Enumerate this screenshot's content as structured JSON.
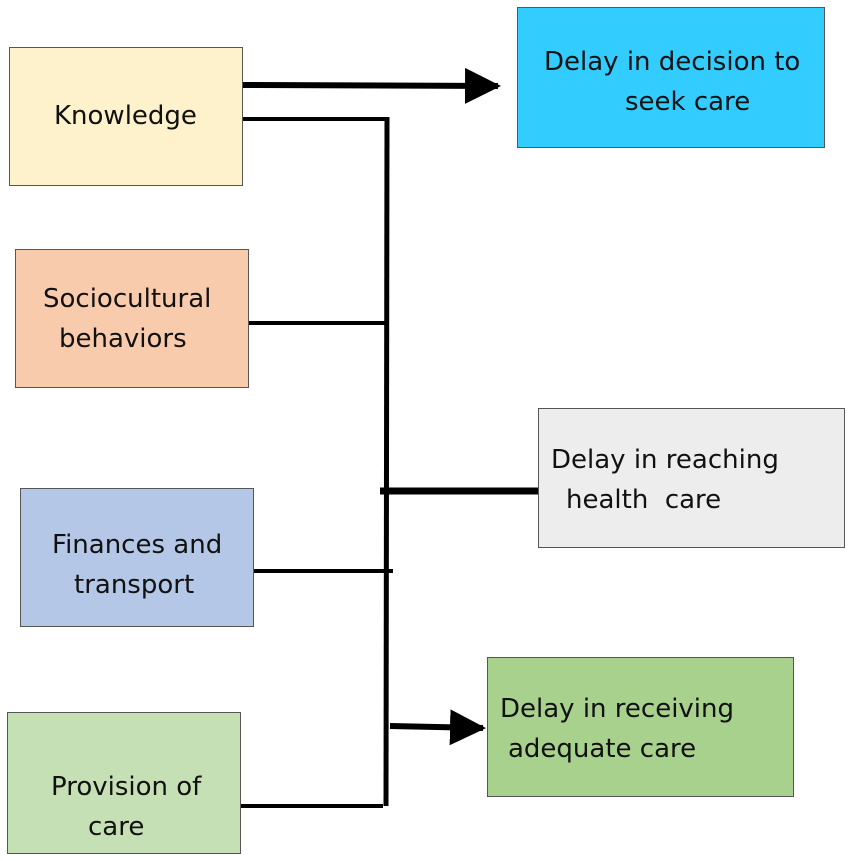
{
  "colors": {
    "knowledge": "#fdf2cc",
    "sociocultural": "#f8cbad",
    "finances": "#b4c7e7",
    "provision": "#c5e0b4",
    "decision": "#33ccff",
    "reaching": "#ededed",
    "receiving": "#a9d18e",
    "line": "#000000"
  },
  "factors": {
    "knowledge": {
      "lines": [
        "Knowledge"
      ]
    },
    "sociocultural": {
      "lines": [
        "Sociocultural",
        "behaviors"
      ]
    },
    "finances": {
      "lines": [
        "Finances and",
        "transport"
      ]
    },
    "provision": {
      "lines": [
        "Provision of",
        "care"
      ]
    }
  },
  "delays": {
    "decision": {
      "lines": [
        "Delay in decision to",
        "seek care"
      ]
    },
    "reaching": {
      "lines": [
        "Delay in reaching",
        "health  care"
      ]
    },
    "receiving": {
      "lines": [
        "Delay in receiving",
        "adequate care"
      ]
    }
  }
}
